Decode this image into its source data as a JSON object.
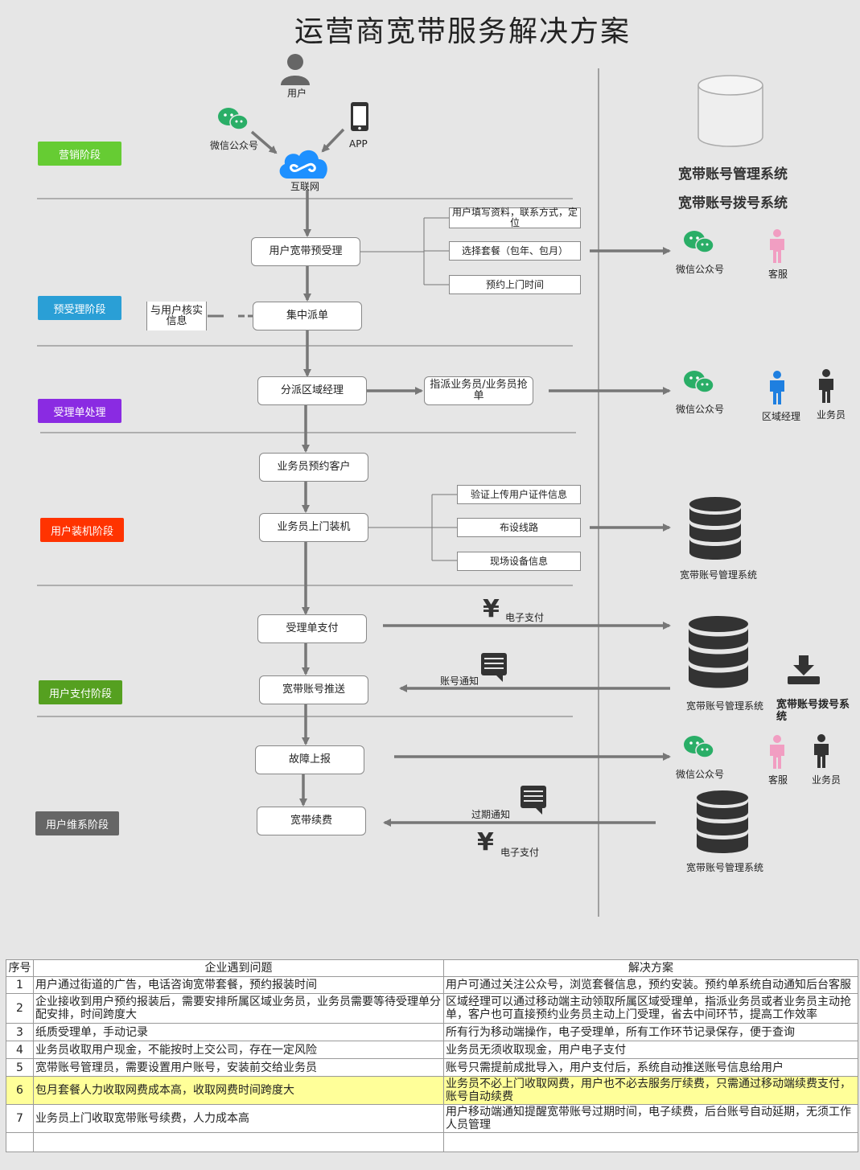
{
  "title": "运营商宽带服务解决方案",
  "stages": [
    {
      "label": "营销阶段",
      "color": "#66cc33"
    },
    {
      "label": "预受理阶段",
      "color": "#2a9fd6"
    },
    {
      "label": "受理单处理",
      "color": "#8a2be2"
    },
    {
      "label": "用户装机阶段",
      "color": "#ff3300"
    },
    {
      "label": "用户支付阶段",
      "color": "#55a020"
    },
    {
      "label": "用户维系阶段",
      "color": "#666666"
    }
  ],
  "top": {
    "user": "用户",
    "wechat": "微信公众号",
    "app": "APP",
    "internet": "互联网"
  },
  "flow": {
    "pre_accept": "用户宽带预受理",
    "dispatch": "集中派单",
    "verify": "与用户核实信息",
    "assign_manager": "分派区域经理",
    "assign_sales": "指派业务员/业务员抢单",
    "appointment": "业务员预约客户",
    "install": "业务员上门装机",
    "pay": "受理单支付",
    "push": "宽带账号推送",
    "fault": "故障上报",
    "renew": "宽带续费"
  },
  "sub": {
    "fill_info": "用户填写资料，联系方式，定位",
    "package": "选择套餐（包年、包月）",
    "visit_time": "预约上门时间",
    "cert": "验证上传用户证件信息",
    "wiring": "布设线路",
    "device": "现场设备信息"
  },
  "right": {
    "sys1": "宽带账号管理系统",
    "sys2": "宽带账号拨号系统",
    "wechat": "微信公众号",
    "service": "客服",
    "manager": "区域经理",
    "sales": "业务员",
    "acct_sys": "宽带账号管理系统",
    "dial_sys": "宽带账号拨号系统"
  },
  "notes": {
    "epay": "电子支付",
    "acct_notice": "账号通知",
    "expire_notice": "过期通知",
    "yen": "¥"
  },
  "table": {
    "headers": [
      "序号",
      "企业遇到问题",
      "解决方案"
    ],
    "rows": [
      {
        "n": "1",
        "problem": "用户通过街道的广告，电话咨询宽带套餐，预约报装时间",
        "solution": "用户可通过关注公众号，浏览套餐信息，预约安装。预约单系统自动通知后台客服"
      },
      {
        "n": "2",
        "problem": "企业接收到用户预约报装后，需要安排所属区域业务员，业务员需要等待受理单分配安排，时间跨度大",
        "solution": "区域经理可以通过移动端主动领取所属区域受理单，指派业务员或者业务员主动抢单，客户也可直接预约业务员主动上门受理，省去中间环节，提高工作效率"
      },
      {
        "n": "3",
        "problem": "纸质受理单，手动记录",
        "solution": "所有行为移动端操作，电子受理单，所有工作环节记录保存，便于查询"
      },
      {
        "n": "4",
        "problem": "业务员收取用户现金，不能按时上交公司，存在一定风险",
        "solution": "业务员无须收取现金，用户电子支付"
      },
      {
        "n": "5",
        "problem": "宽带账号管理员，需要设置用户账号，安装前交给业务员",
        "solution": "账号只需提前成批导入，用户支付后，系统自动推送账号信息给用户"
      },
      {
        "n": "6",
        "problem": "包月套餐人力收取网费成本高，收取网费时间跨度大",
        "solution": "业务员不必上门收取网费，用户也不必去服务厅续费，只需通过移动端续费支付，账号自动续费"
      },
      {
        "n": "7",
        "problem": "业务员上门收取宽带账号续费，人力成本高",
        "solution": "用户移动端通知提醒宽带账号过期时间，电子续费，后台账号自动延期，无须工作人员管理"
      },
      {
        "n": "",
        "problem": "",
        "solution": ""
      }
    ]
  }
}
